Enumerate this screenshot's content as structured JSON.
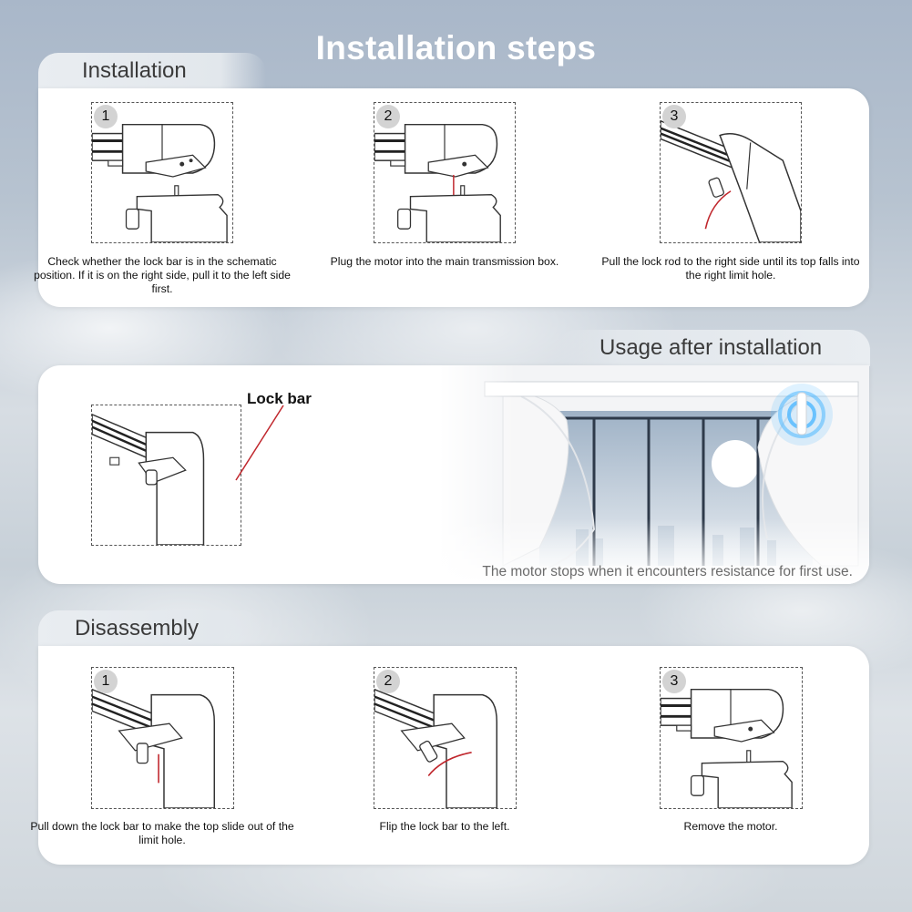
{
  "page": {
    "title": "Installation steps"
  },
  "installation": {
    "tab_label": "Installation",
    "steps": [
      {
        "number": "1",
        "caption": "Check whether the lock bar is in the schematic position. If it is on the right side, pull it to the left side first."
      },
      {
        "number": "2",
        "caption": "Plug the motor into the main transmission box."
      },
      {
        "number": "3",
        "caption": "Pull the lock rod to the right side until its top falls into the right limit hole."
      }
    ]
  },
  "usage": {
    "tab_label": "Usage after installation",
    "lock_bar_label": "Lock bar",
    "note": "The motor stops when it encounters resistance for first use."
  },
  "disassembly": {
    "tab_label": "Disassembly",
    "steps": [
      {
        "number": "1",
        "caption": "Pull down the lock bar to make the top slide out of the limit hole."
      },
      {
        "number": "2",
        "caption": "Flip the lock bar to the left."
      },
      {
        "number": "3",
        "caption": "Remove the motor."
      }
    ]
  },
  "colors": {
    "accent_line": "#c0272d",
    "title_text": "#ffffff",
    "signal_blue": "#4fb8ff"
  }
}
